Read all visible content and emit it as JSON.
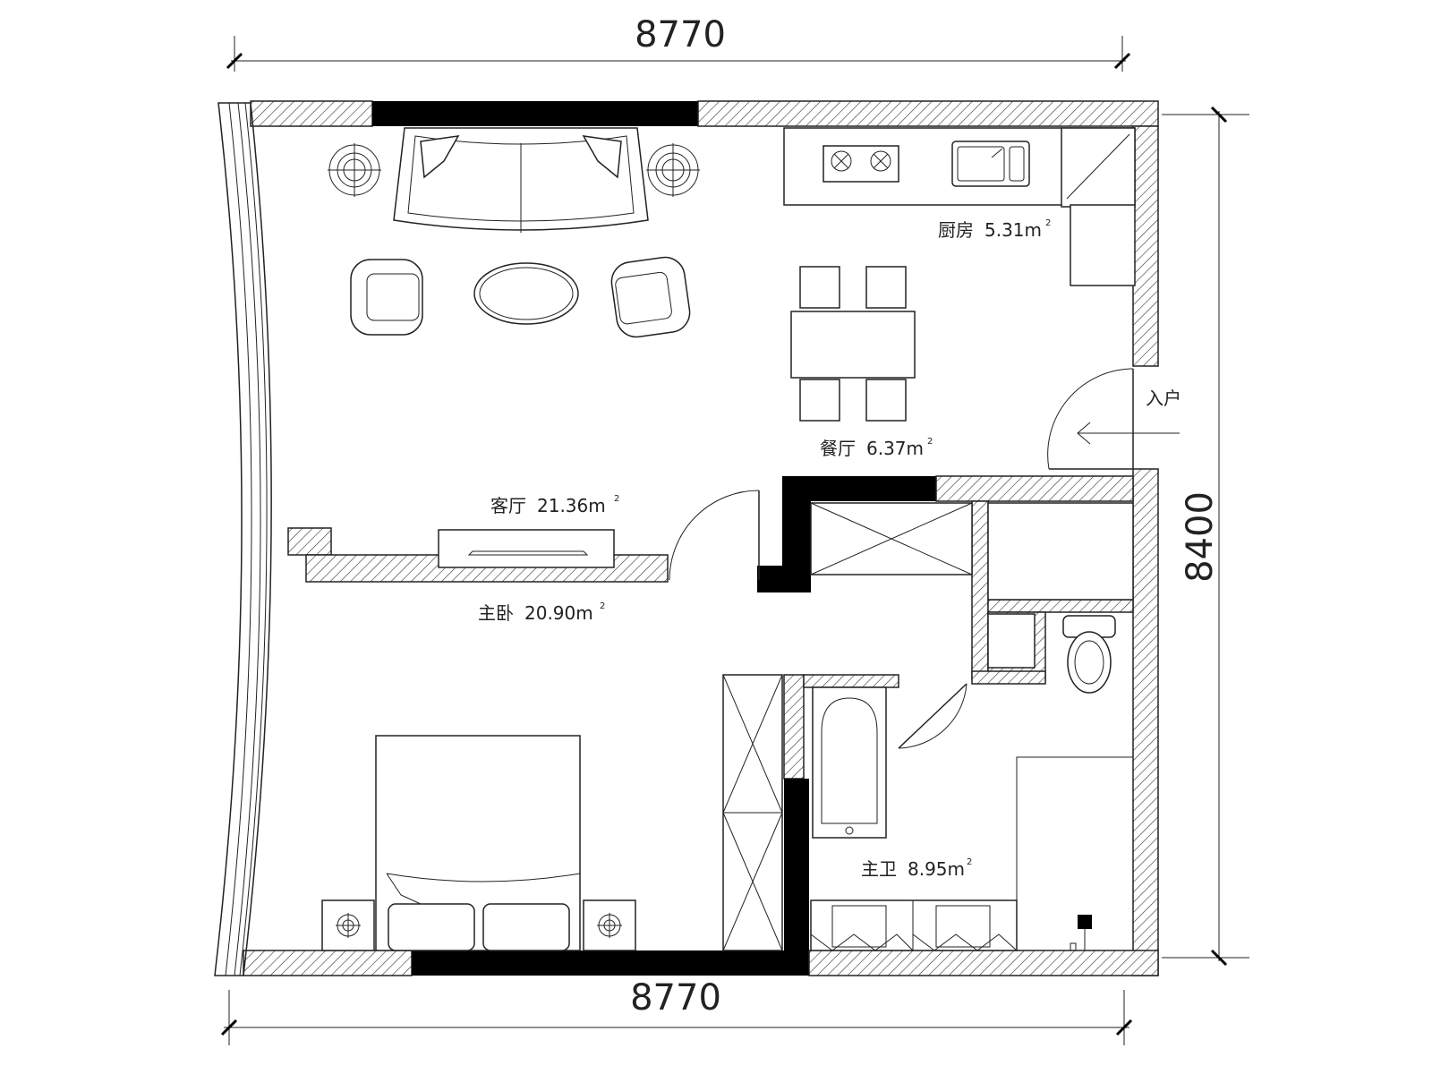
{
  "dimensions": {
    "top": "8770",
    "bottom": "8770",
    "right": "8400"
  },
  "rooms": {
    "kitchen": {
      "name": "厨房",
      "area": "5.31m",
      "sup": "2"
    },
    "dining": {
      "name": "餐厅",
      "area": "6.37m",
      "sup": "2"
    },
    "living": {
      "name": "客厅",
      "area": "21.36m",
      "sup": "2"
    },
    "master_bedroom": {
      "name": "主卧",
      "area": "20.90m",
      "sup": "2"
    },
    "master_bath": {
      "name": "主卫",
      "area": "8.95m",
      "sup": "2"
    }
  },
  "entrance": {
    "label": "入户"
  }
}
